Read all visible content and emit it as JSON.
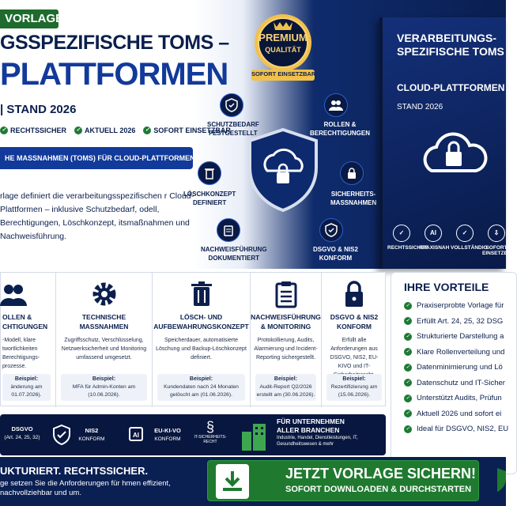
{
  "hero": {
    "badge": "VORLAGE",
    "title_line1": "GSSPEZIFISCHE TOMS –",
    "title_line2": "PLATTFORMEN",
    "stand": "| STAND 2026",
    "checks": [
      "RECHTSSICHER",
      "AKTUELL 2026",
      "SOFORT EINSETZBAR"
    ],
    "measures_button": "HE MASSNAHMEN (TOMS) FÜR CLOUD-PLATTFORMEN",
    "description": "rlage definiert die verarbeitungsspezifischen r Cloud-Plattformen – inklusive Schutzbedarf, odell, Berechtigungen, Löschkonzept, itsmaßnahmen und Nachweisführung."
  },
  "seal": {
    "line1": "PREMIUM",
    "line2": "QUALITÄT",
    "line3": "SOFORT EINSETZBAR"
  },
  "diagram": {
    "nodes": [
      {
        "label1": "SCHUTZBEDARF",
        "label2": "FESTGESTELLT",
        "icon": "shield-check-icon"
      },
      {
        "label1": "ROLLEN &",
        "label2": "BERECHTIGUNGEN",
        "icon": "users-icon"
      },
      {
        "label1": "LÖSCHKONZEPT",
        "label2": "DEFINIERT",
        "icon": "trash-icon"
      },
      {
        "label1": "SICHERHEITS-",
        "label2": "MASSNAHMEN",
        "icon": "lock-icon"
      },
      {
        "label1": "NACHWEISFÜHRUNG",
        "label2": "DOKUMENTIERT",
        "icon": "clipboard-icon"
      },
      {
        "label1": "DSGVO & NIS2",
        "label2": "KONFORM",
        "icon": "shield-check-icon"
      }
    ]
  },
  "book": {
    "title": "VERARBEITUNGS-\nSPEZIFISCHE TOMS",
    "title_line1": "VERARBEITUNGS-",
    "title_line2": "SPEZIFISCHE TOMS",
    "subtitle": "CLOUD-PLATTFORMEN",
    "stand": "STAND 2026",
    "icons": [
      {
        "label": "RECHTSSICHER",
        "glyph": "✓"
      },
      {
        "label": "PRAXISNAH",
        "glyph": "AI"
      },
      {
        "label": "VOLLSTÄNDIG",
        "glyph": "✓"
      },
      {
        "label": "SOFORT EINSETZBAR",
        "glyph": "⇩"
      }
    ]
  },
  "features": [
    {
      "title1": "OLLEN &",
      "title2": "CHTIGUNGEN",
      "desc": "-Modell, klare twortlichkeiten Berechtigungs-prozesse.",
      "ex_label": "Beispiel:",
      "ex_text": "änderung am 01.07.2026).",
      "icon": "users-icon"
    },
    {
      "title1": "TECHNISCHE",
      "title2": "MASSNAHMEN",
      "desc": "Zugriffsschutz, Verschlüsselung, Netzwerksicherheit und Monitoring umfassend umgesetzt.",
      "ex_label": "Beispiel:",
      "ex_text": "MFA für Admin-Konten am (10.06.2026).",
      "icon": "gear-icon"
    },
    {
      "title1": "LÖSCH- UND",
      "title2": "AUFBEWAHRUNGSKONZEPT",
      "desc": "Speicherdauer, automatisierte Löschung und Backup-Löschkonzept definiert.",
      "ex_label": "Beispiel:",
      "ex_text": "Kundendaten nach 24 Monaten gelöscht am (01.06.2026).",
      "icon": "trash-icon"
    },
    {
      "title1": "NACHWEISFÜHRUNG",
      "title2": "& MONITORING",
      "desc": "Protokollierung, Audits, Alarmierung und Incident-Reporting sichergestellt.",
      "ex_label": "Beispiel:",
      "ex_text": "Audit-Report Q2/2026 erstellt am (30.06.2026).",
      "icon": "clipboard-icon"
    },
    {
      "title1": "DSGVO & NIS2",
      "title2": "KONFORM",
      "desc": "Erfüllt alle Anforderungen aus DSGVO, NIS2, EU-KIVO und IT-Sicherheitsrecht.",
      "ex_label": "Beispiel:",
      "ex_text": "Rezertifizierung am (15.06.2026).",
      "icon": "lock-icon"
    }
  ],
  "vorteile": {
    "title": "IHRE VORTEILE",
    "items": [
      "Praxiserprobte Vorlage für",
      "Erfüllt Art. 24, 25, 32 DSG",
      "Strukturierte Darstellung a",
      "Klare Rollenverteilung und",
      "Datenminimierung und Lö",
      "Datenschutz und IT-Sicher",
      "Unterstützt Audits, Prüfun",
      "Aktuell 2026 und sofort ei",
      "Ideal für DSGVO, NIS2, EU"
    ]
  },
  "compliance": [
    {
      "line1": "DSGVO",
      "line2": "(Art. 24, 25, 32)",
      "icon": "none"
    },
    {
      "line1": "NIS2",
      "line2": "KONFORM",
      "icon": "shield-icon"
    },
    {
      "line1": "EU-KI-VO",
      "line2": "KONFORM",
      "icon": "ai-chip-icon"
    },
    {
      "line1": "IT-SICHERHEITS-",
      "line2": "RECHT",
      "icon": "paragraph-icon"
    },
    {
      "line1": "FÜR UNTERNEHMEN",
      "line2": "ALLER BRANCHEN",
      "line3": "Industrie, Handel, Dienstleistungen, IT, Gesundheitswesen & mehr",
      "icon": "buildings-icon"
    }
  ],
  "bottom": {
    "headline": "UKTURIERT. RECHTSSICHER.",
    "text": "ge setzen Sie die Anforderungen für hmen effizient, nachvollziehbar und um.",
    "cta_title": "JETZT VORLAGE SICHERN!",
    "cta_sub": "SOFORT DOWNLOADEN & DURCHSTARTEN"
  },
  "colors": {
    "navy": "#0b1f4d",
    "blue": "#123a9a",
    "green": "#1e7a34",
    "gold": "#e0a82e"
  }
}
